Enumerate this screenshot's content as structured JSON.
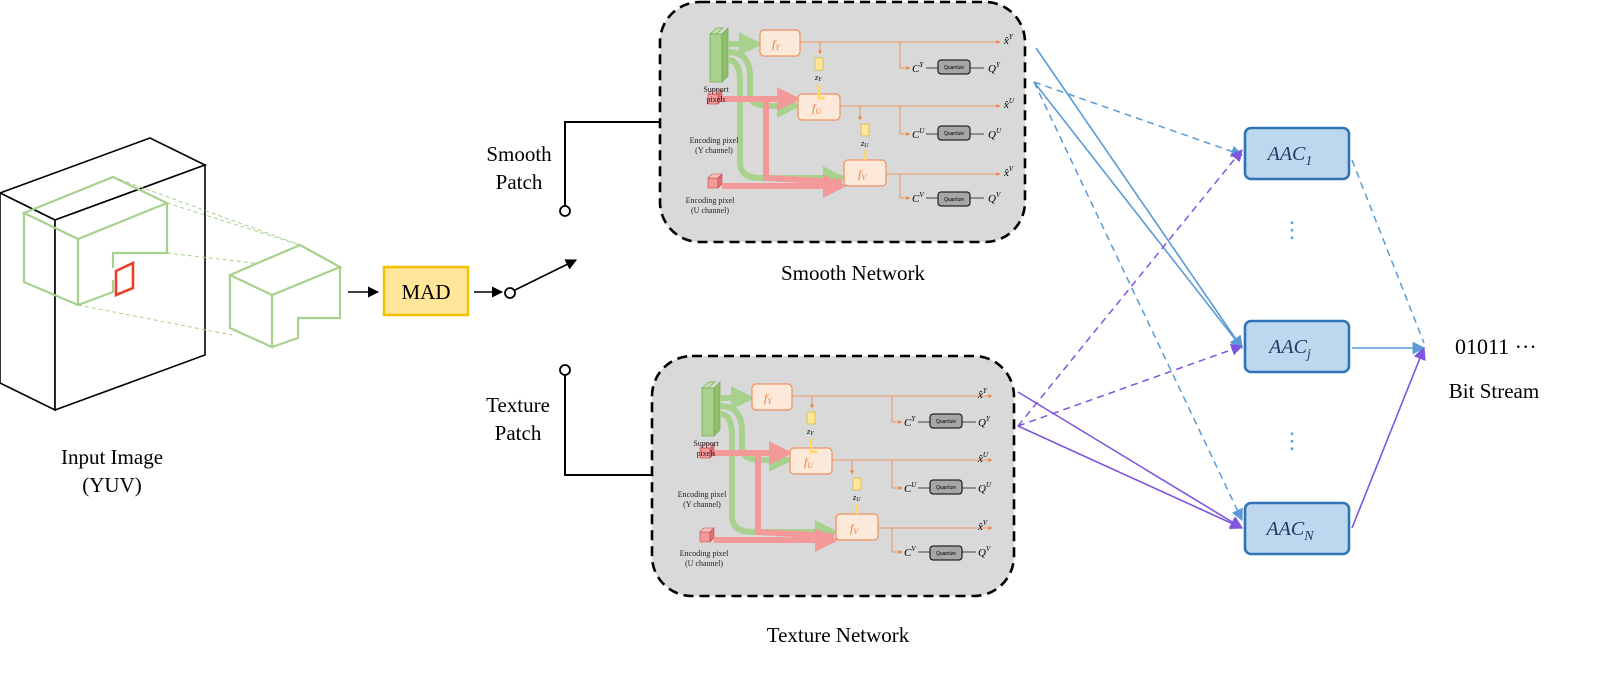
{
  "input_image": {
    "line1": "Input Image",
    "line2": "(YUV)"
  },
  "mad": {
    "label": "MAD"
  },
  "smooth_patch": {
    "line1": "Smooth",
    "line2": "Patch"
  },
  "texture_patch": {
    "line1": "Texture",
    "line2": "Patch"
  },
  "smooth_network": {
    "label": "Smooth Network"
  },
  "texture_network": {
    "label": "Texture Network"
  },
  "network_block": {
    "support_line1": "Support",
    "support_line2": "pixels",
    "enc_y_line1": "Encoding pixel",
    "enc_y_line2": "(Y channel)",
    "enc_u_line1": "Encoding pixel",
    "enc_u_line2": "(U channel)",
    "f_y": "f",
    "f_y_sub": "Y",
    "f_u": "f",
    "f_u_sub": "U",
    "f_v": "f",
    "f_v_sub": "V",
    "z_y": "z",
    "z_y_sub": "Y",
    "z_u": "z",
    "z_u_sub": "U",
    "quantize": "Quantize",
    "x_hat": "x̂",
    "c": "C",
    "q": "Q",
    "sup_y": "Y",
    "sup_u": "U",
    "sup_v": "V"
  },
  "aac": {
    "first": {
      "base": "AAC",
      "sub": "1"
    },
    "middle": {
      "base": "AAC",
      "sub": "j"
    },
    "last": {
      "base": "AAC",
      "sub": "N"
    },
    "dots": "⋮"
  },
  "bitstream": {
    "bits": "01011 ···",
    "label": "Bit Stream"
  },
  "colors": {
    "green": "#a9d18e",
    "orange": "#f4a460",
    "yellow_fill": "#ffe699",
    "yellow_stroke": "#f2c200",
    "aac_fill": "#bdd7ee",
    "aac_stroke": "#2e75b6",
    "blue_arrow": "#5b9bd5",
    "purple_arrow": "#7f55e0",
    "network_bg": "#d9d9d9"
  }
}
